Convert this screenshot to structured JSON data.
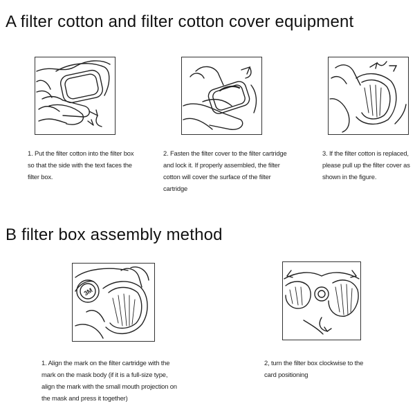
{
  "section_a": {
    "heading": "A filter cotton and filter cotton cover equipment",
    "steps": [
      {
        "caption": "1. Put the filter cotton into the filter box so that the side with the text faces the filter box."
      },
      {
        "caption": "2. Fasten the filter cover to the filter cartridge and lock it. If properly assembled, the filter cotton will cover the surface of the filter cartridge"
      },
      {
        "caption": "3. If the filter cotton is replaced, please pull up the filter cover as shown in the figure."
      }
    ]
  },
  "section_b": {
    "heading": "B filter box assembly method",
    "steps": [
      {
        "caption": "1. Align the mark on the filter cartridge with the mark on the mask body (if it is a full-size type, align the mark with the small mouth projection on the mask and press it together)",
        "logo_text": "3M"
      },
      {
        "caption": "2, turn the filter box clockwise to the card positioning"
      }
    ]
  }
}
